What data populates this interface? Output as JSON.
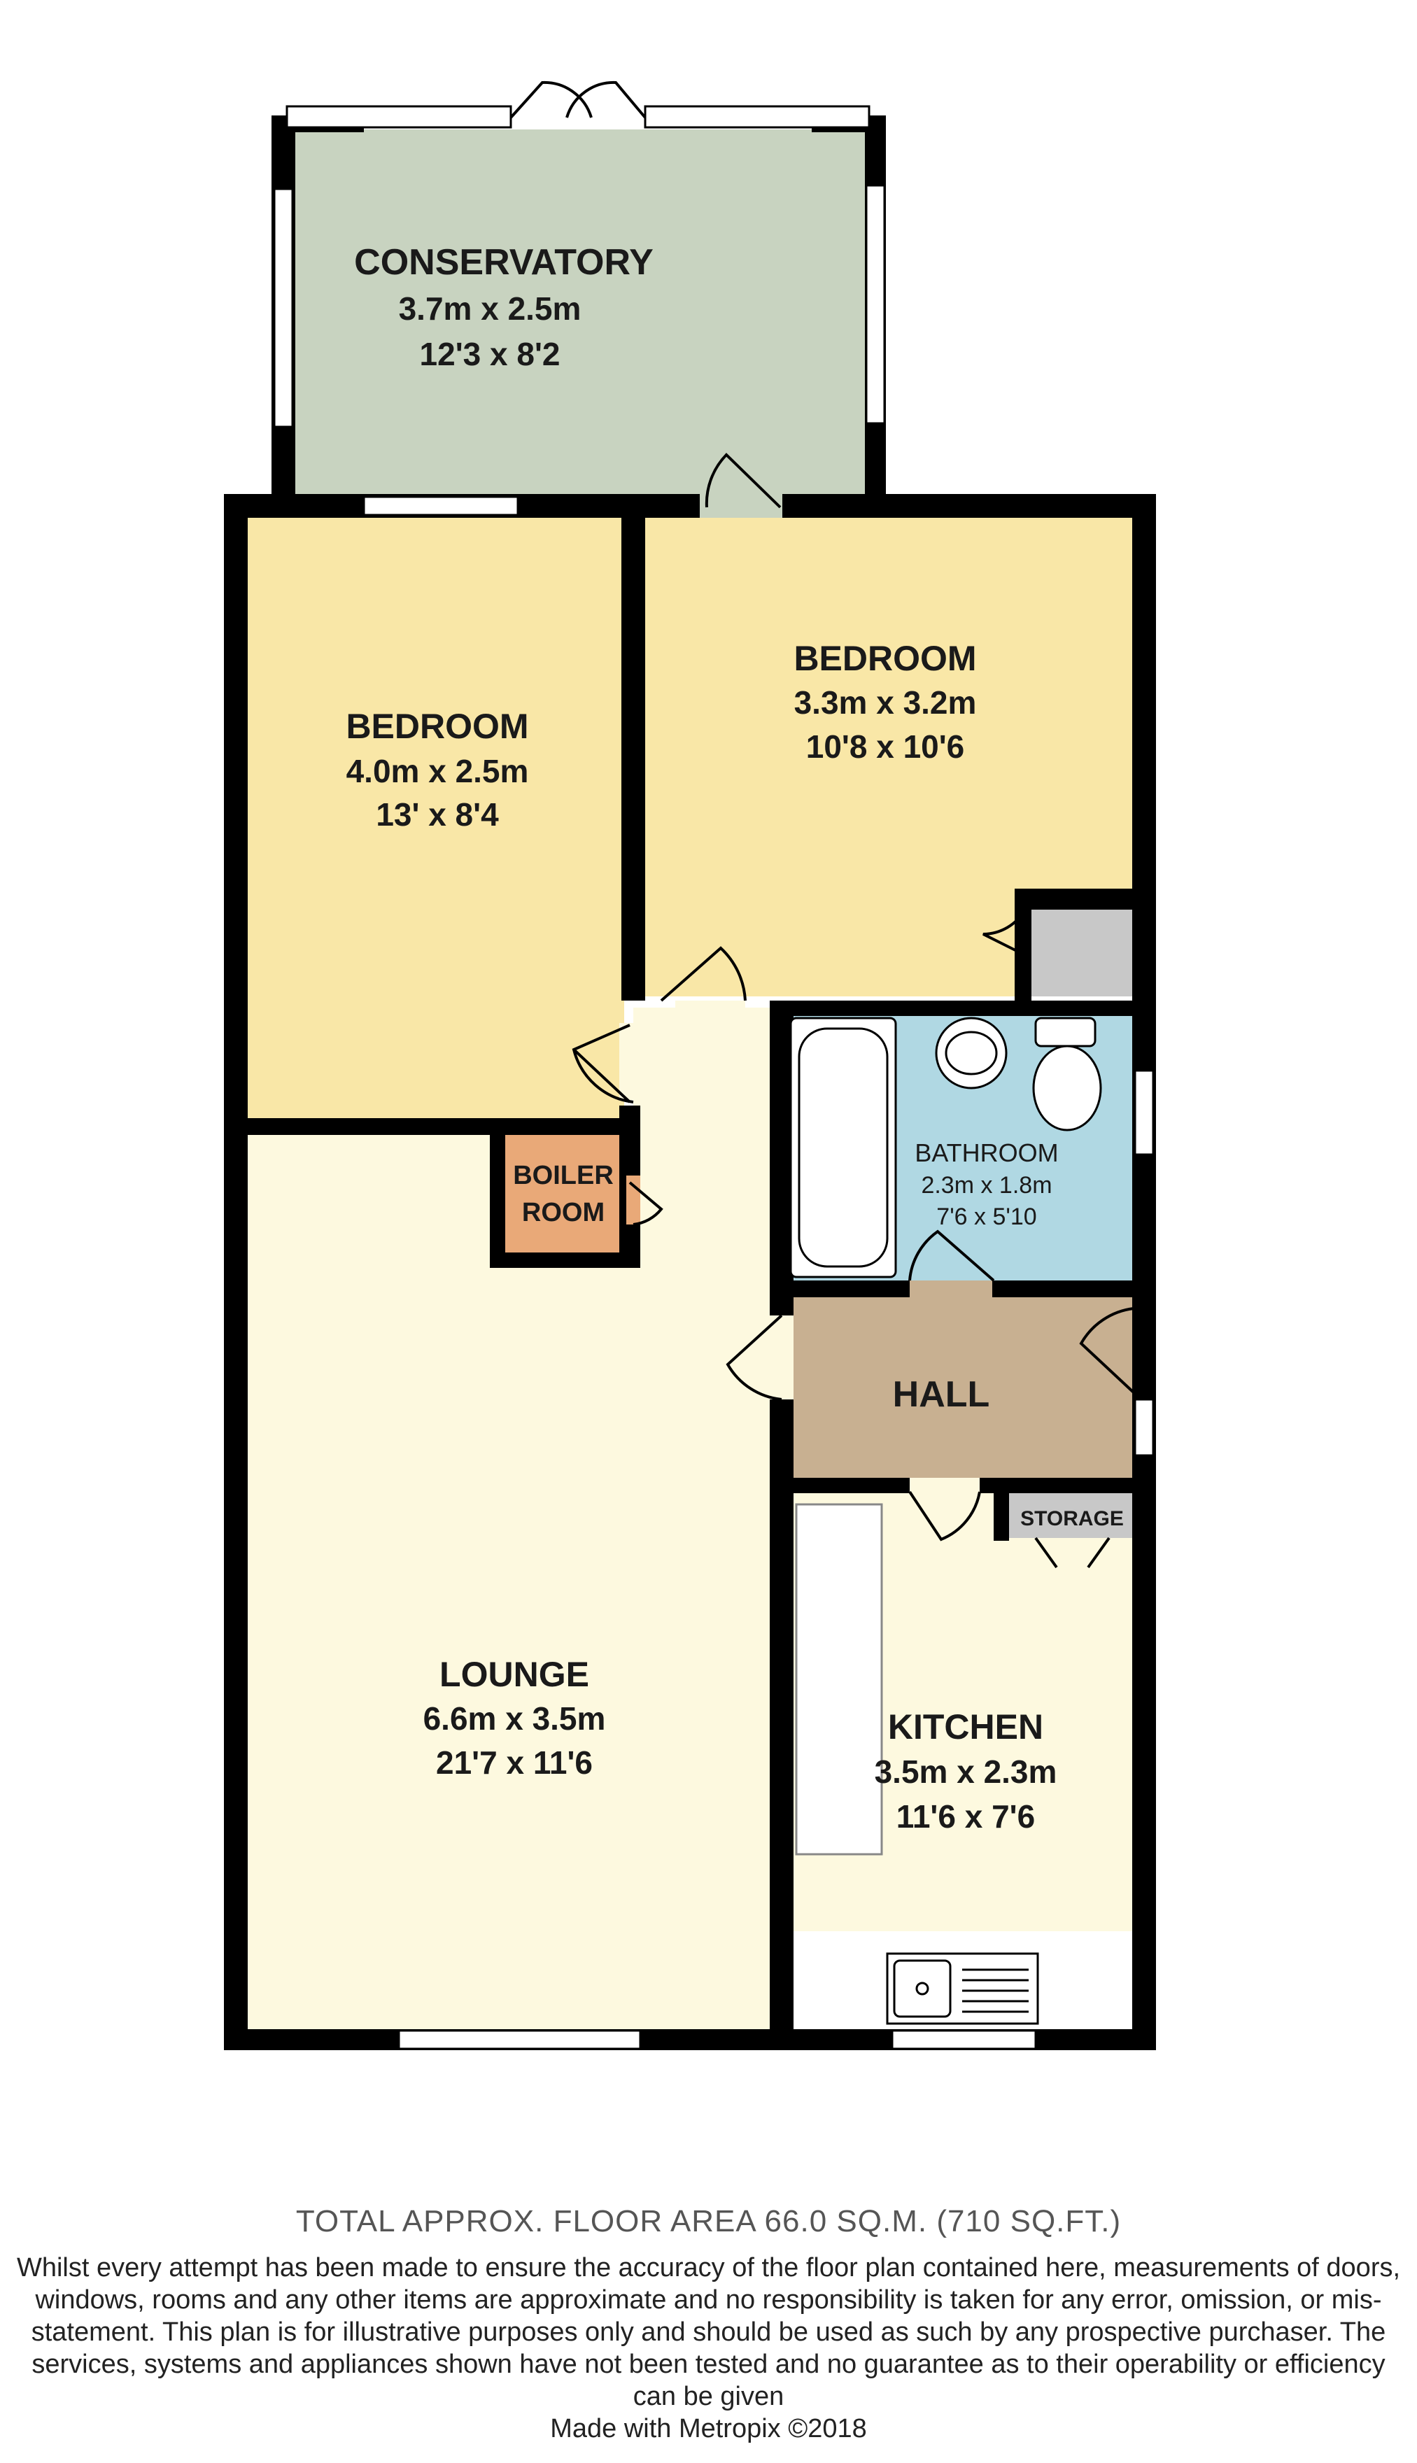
{
  "rooms": {
    "conservatory": {
      "name": "CONSERVATORY",
      "metric": "3.7m x 2.5m",
      "imperial": "12'3 x 8'2",
      "fill": "#c8d3c0"
    },
    "bedroom_left": {
      "name": "BEDROOM",
      "metric": "4.0m x 2.5m",
      "imperial": "13' x 8'4",
      "fill": "#f9e7a7"
    },
    "bedroom_right": {
      "name": "BEDROOM",
      "metric": "3.3m x 3.2m",
      "imperial": "10'8 x 10'6",
      "fill": "#f9e7a7"
    },
    "boiler_room": {
      "name_line1": "BOILER",
      "name_line2": "ROOM",
      "fill": "#e9a978"
    },
    "bathroom": {
      "name": "BATHROOM",
      "metric": "2.3m x 1.8m",
      "imperial": "7'6 x 5'10",
      "fill": "#b0d8e3"
    },
    "hall": {
      "name": "HALL",
      "fill": "#c8b091"
    },
    "storage": {
      "name": "STORAGE",
      "fill": "#c8c8c8"
    },
    "lounge": {
      "name": "LOUNGE",
      "metric": "6.6m x 3.5m",
      "imperial": "21'7 x 11'6",
      "fill": "#fdf9df"
    },
    "kitchen": {
      "name": "KITCHEN",
      "metric": "3.5m x 2.3m",
      "imperial": "11'6 x 7'6",
      "fill": "#fdf9df"
    }
  },
  "colors": {
    "wall": "#000000",
    "cupboard": "#c8c8c8"
  },
  "footer": {
    "total_area": "TOTAL APPROX. FLOOR AREA 66.0 SQ.M. (710 SQ.FT.)",
    "disclaimer": "Whilst every attempt has been made to ensure the accuracy of the floor plan contained here, measurements of doors, windows, rooms and any other items are approximate and no responsibility is taken for any error, omission, or mis-statement. This plan is for illustrative purposes only and should be used as such by any prospective purchaser. The services, systems and appliances shown have not been tested and no guarantee as to their operability or efficiency can be given",
    "credit": "Made with Metropix ©2018"
  }
}
